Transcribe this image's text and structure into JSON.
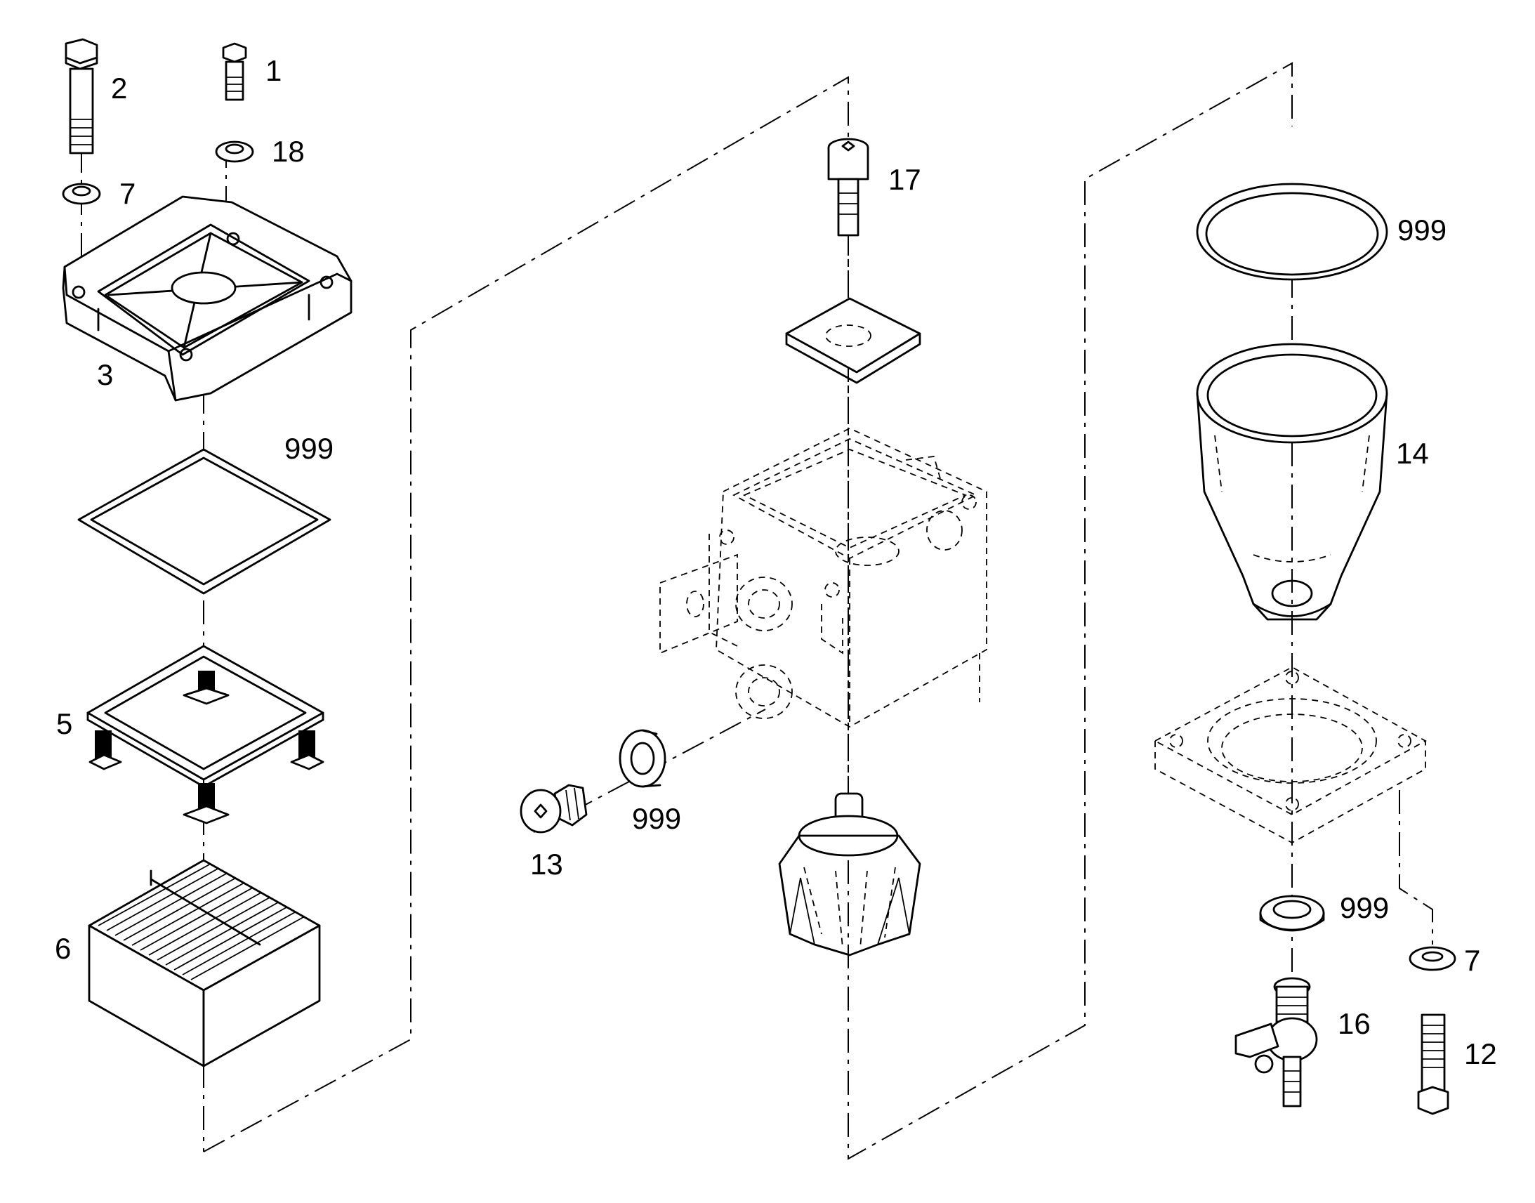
{
  "labels": [
    {
      "id": "1",
      "text": "1"
    },
    {
      "id": "2",
      "text": "2"
    },
    {
      "id": "18",
      "text": "18"
    },
    {
      "id": "7a",
      "text": "7"
    },
    {
      "id": "3",
      "text": "3"
    },
    {
      "id": "999a",
      "text": "999"
    },
    {
      "id": "5",
      "text": "5"
    },
    {
      "id": "6",
      "text": "6"
    },
    {
      "id": "17",
      "text": "17"
    },
    {
      "id": "999b",
      "text": "999"
    },
    {
      "id": "13",
      "text": "13"
    },
    {
      "id": "999c",
      "text": "999"
    },
    {
      "id": "14",
      "text": "14"
    },
    {
      "id": "999d",
      "text": "999"
    },
    {
      "id": "7b",
      "text": "7"
    },
    {
      "id": "16",
      "text": "16"
    },
    {
      "id": "12",
      "text": "12"
    }
  ]
}
